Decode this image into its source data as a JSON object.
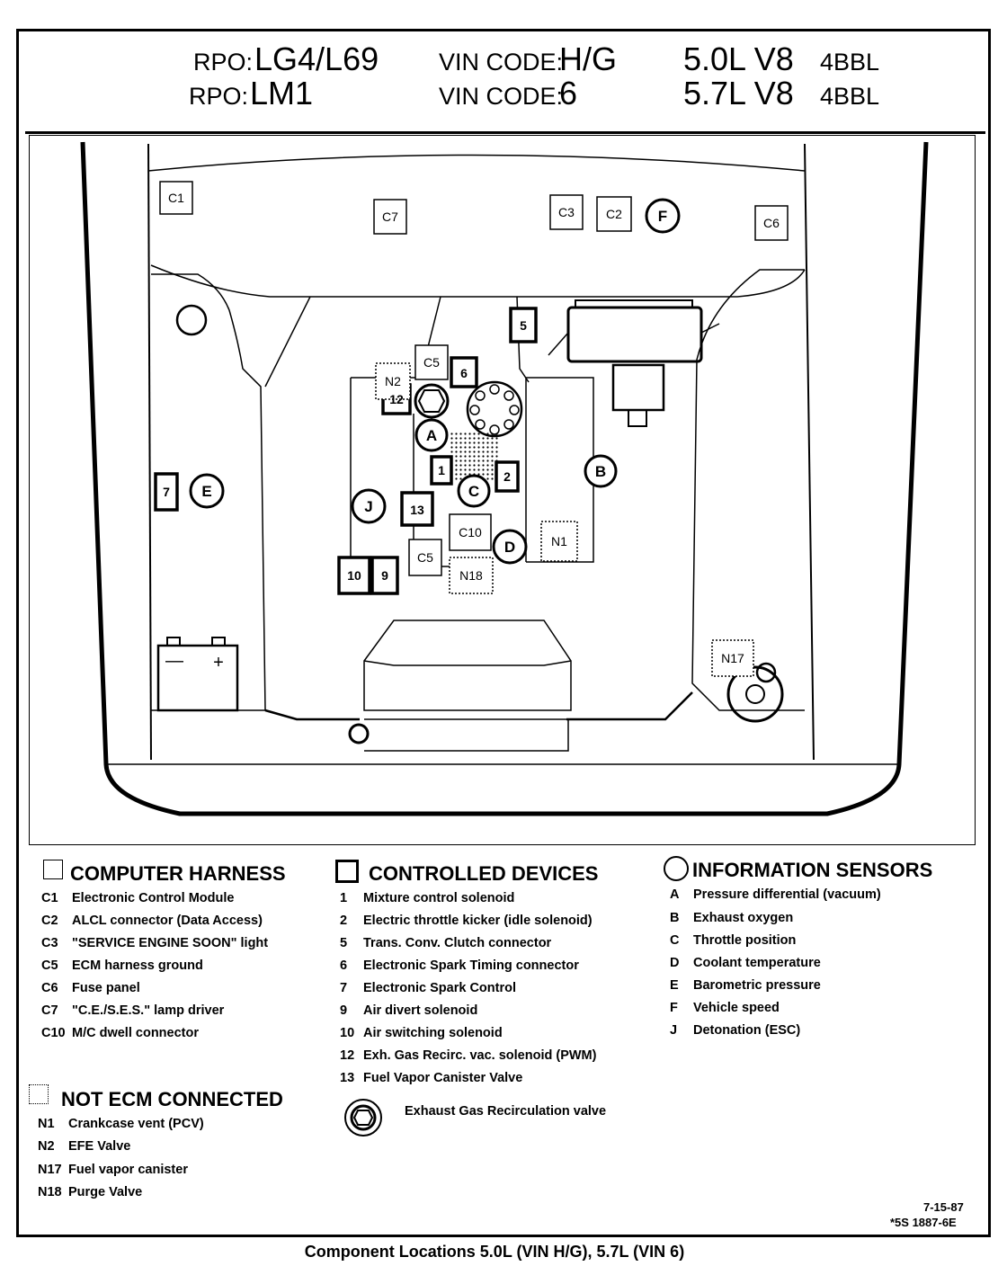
{
  "header": {
    "row1": {
      "rpo_label": "RPO:",
      "rpo_value": "LG4/L69",
      "vin_label": "VIN CODE:",
      "vin_value": "H/G",
      "engine": "5.0L  V8",
      "carb": "4BBL"
    },
    "row2": {
      "rpo_label": "RPO:",
      "rpo_value": "LM1",
      "vin_label": "VIN CODE:",
      "vin_value": "6",
      "engine": "5.7L  V8",
      "carb": "4BBL"
    }
  },
  "diagram_labels": {
    "C1": "C1",
    "C7": "C7",
    "C3": "C3",
    "C2": "C2",
    "F": "F",
    "C6": "C6",
    "n5": "5",
    "N2": "N2",
    "C5_top": "C5",
    "n6": "6",
    "n12": "12",
    "A": "A",
    "n1": "1",
    "n2": "2",
    "C": "C",
    "B": "B",
    "n7": "7",
    "E": "E",
    "J": "J",
    "n13": "13",
    "C10": "C10",
    "D": "D",
    "N1": "N1",
    "C5_bot": "C5",
    "n10": "10",
    "n9": "9",
    "N18": "N18",
    "N17": "N17",
    "battery_minus": "—",
    "battery_plus": "+"
  },
  "legend": {
    "computer_harness": {
      "title": "COMPUTER HARNESS",
      "items": [
        {
          "code": "C1",
          "text": "Electronic Control Module"
        },
        {
          "code": "C2",
          "text": "ALCL connector (Data Access)"
        },
        {
          "code": "C3",
          "text": "\"SERVICE ENGINE SOON\" light"
        },
        {
          "code": "C5",
          "text": "ECM harness ground"
        },
        {
          "code": "C6",
          "text": "Fuse panel"
        },
        {
          "code": "C7",
          "text": "\"C.E./S.E.S.\" lamp driver"
        },
        {
          "code": "C10",
          "text": "M/C dwell connector"
        }
      ]
    },
    "controlled_devices": {
      "title": "CONTROLLED DEVICES",
      "items": [
        {
          "code": "1",
          "text": "Mixture control solenoid"
        },
        {
          "code": "2",
          "text": "Electric throttle kicker (idle solenoid)"
        },
        {
          "code": "5",
          "text": "Trans. Conv. Clutch connector"
        },
        {
          "code": "6",
          "text": "Electronic Spark Timing connector"
        },
        {
          "code": "7",
          "text": "Electronic Spark Control"
        },
        {
          "code": "9",
          "text": "Air divert solenoid"
        },
        {
          "code": "10",
          "text": "Air switching solenoid"
        },
        {
          "code": "12",
          "text": "Exh. Gas Recirc. vac. solenoid (PWM)"
        },
        {
          "code": "13",
          "text": "Fuel Vapor Canister Valve"
        }
      ],
      "egr_note": "Exhaust Gas Recirculation valve"
    },
    "information_sensors": {
      "title": "INFORMATION SENSORS",
      "items": [
        {
          "code": "A",
          "text": "Pressure differential (vacuum)"
        },
        {
          "code": "B",
          "text": "Exhaust oxygen"
        },
        {
          "code": "C",
          "text": "Throttle position"
        },
        {
          "code": "D",
          "text": "Coolant temperature"
        },
        {
          "code": "E",
          "text": "Barometric pressure"
        },
        {
          "code": "F",
          "text": "Vehicle speed"
        },
        {
          "code": "J",
          "text": "Detonation (ESC)"
        }
      ]
    },
    "not_ecm_connected": {
      "title": "NOT ECM CONNECTED",
      "items": [
        {
          "code": "N1",
          "text": "Crankcase vent (PCV)"
        },
        {
          "code": "N2",
          "text": "EFE  Valve"
        },
        {
          "code": "N17",
          "text": "Fuel vapor canister"
        },
        {
          "code": "N18",
          "text": "Purge Valve"
        }
      ]
    }
  },
  "footer": {
    "date": "7-15-87",
    "ref": "*5S 1887-6E",
    "caption": "Component Locations  5.0L  (VIN H/G),  5.7L  (VIN 6)"
  }
}
